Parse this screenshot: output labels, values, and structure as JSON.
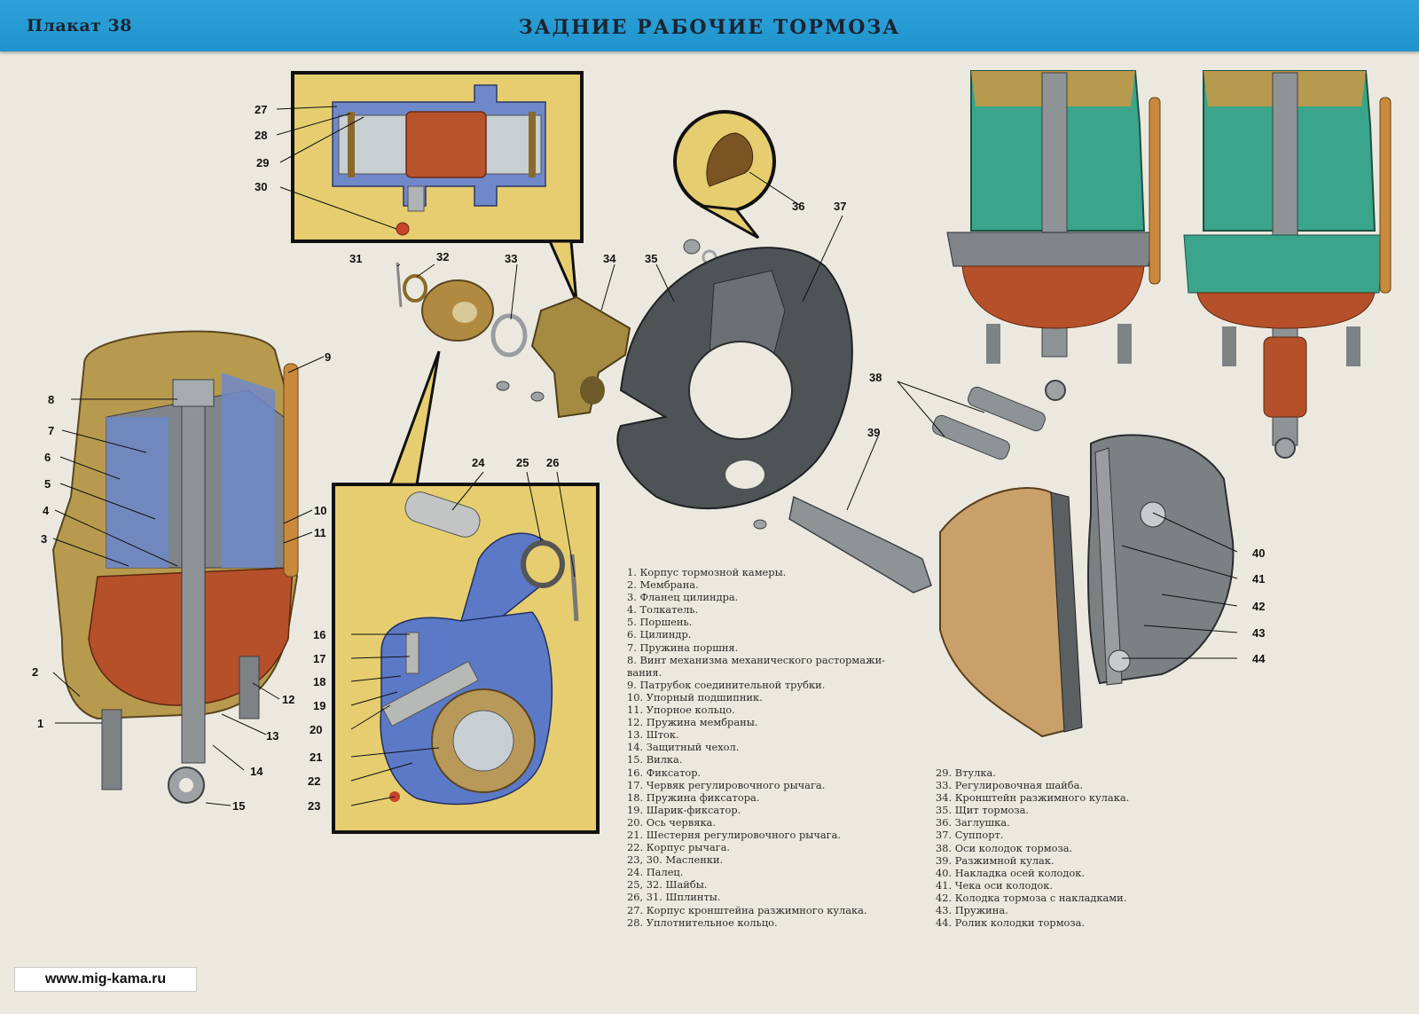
{
  "header": {
    "poster_number": "Плакат 38",
    "title": "ЗАДНИЕ РАБОЧИЕ ТОРМОЗА"
  },
  "callouts": [
    {
      "n": "1"
    },
    {
      "n": "2"
    },
    {
      "n": "3"
    },
    {
      "n": "4"
    },
    {
      "n": "5"
    },
    {
      "n": "6"
    },
    {
      "n": "7"
    },
    {
      "n": "8"
    },
    {
      "n": "9"
    },
    {
      "n": "10"
    },
    {
      "n": "11"
    },
    {
      "n": "12"
    },
    {
      "n": "13"
    },
    {
      "n": "14"
    },
    {
      "n": "15"
    },
    {
      "n": "16"
    },
    {
      "n": "17"
    },
    {
      "n": "18"
    },
    {
      "n": "19"
    },
    {
      "n": "20"
    },
    {
      "n": "21"
    },
    {
      "n": "22"
    },
    {
      "n": "23"
    },
    {
      "n": "24"
    },
    {
      "n": "25"
    },
    {
      "n": "26"
    },
    {
      "n": "27"
    },
    {
      "n": "28"
    },
    {
      "n": "29"
    },
    {
      "n": "30"
    },
    {
      "n": "31"
    },
    {
      "n": "32"
    },
    {
      "n": "33"
    },
    {
      "n": "34"
    },
    {
      "n": "35"
    },
    {
      "n": "36"
    },
    {
      "n": "37"
    },
    {
      "n": "38"
    },
    {
      "n": "39"
    },
    {
      "n": "40"
    },
    {
      "n": "41"
    },
    {
      "n": "42"
    },
    {
      "n": "43"
    },
    {
      "n": "44"
    }
  ],
  "legend_left": [
    "1. Корпус тормозной камеры.",
    "2. Мембрана.",
    "3. Фланец цилиндра.",
    "4. Толкатель.",
    "5. Поршень.",
    "6. Цилиндр.",
    "7. Пружина поршня.",
    "8. Винт механизма механического растормажи-",
    "вания.",
    "9. Патрубок соединительной трубки.",
    "10. Упорный подшипник.",
    "11. Упорное кольцо.",
    "12. Пружина мембраны.",
    "13. Шток.",
    "14. Защитный чехол.",
    "15. Вилка.",
    "16. Фиксатор.",
    "17. Червяк регулировочного рычага.",
    "18. Пружина фиксатора.",
    "19. Шарик-фиксатор.",
    "20. Ось червяка.",
    "21. Шестерня регулировочного рычага.",
    "22. Корпус рычага.",
    "23, 30. Масленки.",
    "24. Палец.",
    "25, 32. Шайбы.",
    "26, 31. Шплинты.",
    "27. Корпус кронштейна разжимного кулака.",
    "28. Уплотнительное кольцо."
  ],
  "legend_right": [
    "29. Втулка.",
    "33. Регулировочная шайба.",
    "34. Кронштейн разжимного кулака.",
    "35. Щит тормоза.",
    "36. Заглушка.",
    "37. Суппорт.",
    "38. Оси колодок тормоза.",
    "39. Разжимной кулак.",
    "40. Накладка осей колодок.",
    "41. Чека оси колодок.",
    "42. Колодка тормоза с накладками.",
    "43. Пружина.",
    "44. Ролик колодки тормоза."
  ],
  "watermark": "www.mig-kama.ru",
  "colors": {
    "header_blue": "#1f93cc",
    "inset_yellow": "#e8cf72",
    "body_gold": "#b79a4e",
    "section_blue": "#6f88c9",
    "copper": "#b8532c",
    "teal": "#3aa58a",
    "steel": "#6b6f72",
    "lining_tan": "#c9a06a"
  }
}
